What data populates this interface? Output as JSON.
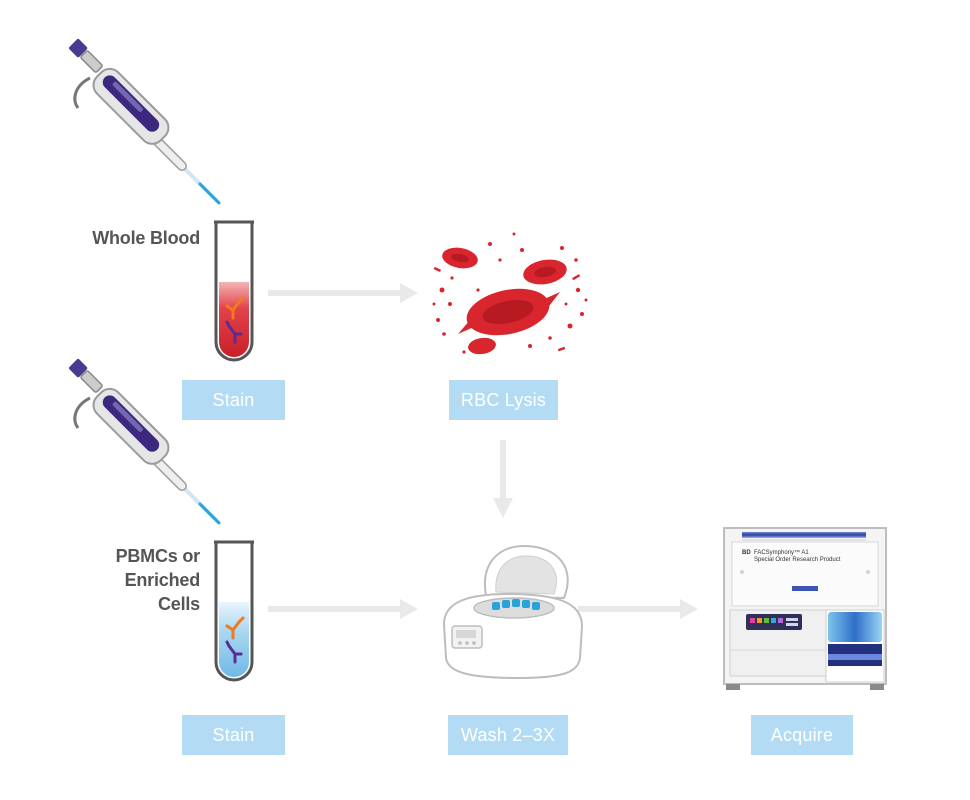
{
  "colors": {
    "step_box": "#b3dcf4",
    "arrow": "#e9e9e9",
    "blood": "#d9262e",
    "buffer": "#8cc9ef",
    "antibody_orange": "#f07a1e",
    "antibody_purple": "#5b2d8e",
    "pipette_purple": "#3d2880"
  },
  "icons": {
    "pipette": "pipette-icon",
    "tube": "test-tube-icon",
    "lysed_cells": "lysed-red-blood-cells-icon",
    "centrifuge": "centrifuge-icon",
    "cytometer": "flow-cytometer-icon"
  },
  "samples": {
    "whole_blood": "Whole Blood",
    "pbmc_line1": "PBMCs or",
    "pbmc_line2": "Enriched",
    "pbmc_line3": "Cells"
  },
  "steps": {
    "stain_top": "Stain",
    "rbc_lysis": "RBC Lysis",
    "stain_bottom": "Stain",
    "wash": "Wash 2–3X",
    "acquire": "Acquire"
  },
  "instrument": {
    "brand": "BD",
    "model": "FACSymphony™ A1",
    "subtitle": "Special Order Research Product"
  }
}
